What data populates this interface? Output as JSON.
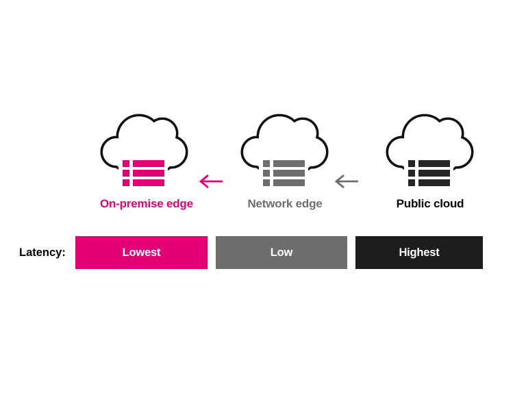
{
  "diagram": {
    "outline_color": "#111111",
    "nodes": [
      {
        "label": "On-premise edge",
        "color": "#E20074",
        "icon": "cloud-servers-icon"
      },
      {
        "label": "Network edge",
        "color": "#6E6E6E",
        "icon": "cloud-servers-icon"
      },
      {
        "label": "Public cloud",
        "color": "#262626",
        "icon": "cloud-servers-icon"
      }
    ],
    "arrows": [
      {
        "direction": "left",
        "from": "Network edge",
        "to": "On-premise edge",
        "color": "#E20074"
      },
      {
        "direction": "left",
        "from": "Public cloud",
        "to": "Network edge",
        "color": "#6E6E6E"
      }
    ]
  },
  "latency": {
    "label": "Latency:",
    "levels": [
      {
        "text": "Lowest",
        "color": "#E20074",
        "text_color": "#FFFFFF"
      },
      {
        "text": "Low",
        "color": "#6E6E6E",
        "text_color": "#FFFFFF"
      },
      {
        "text": "Highest",
        "color": "#1D1D1D",
        "text_color": "#FFFFFF"
      }
    ]
  }
}
